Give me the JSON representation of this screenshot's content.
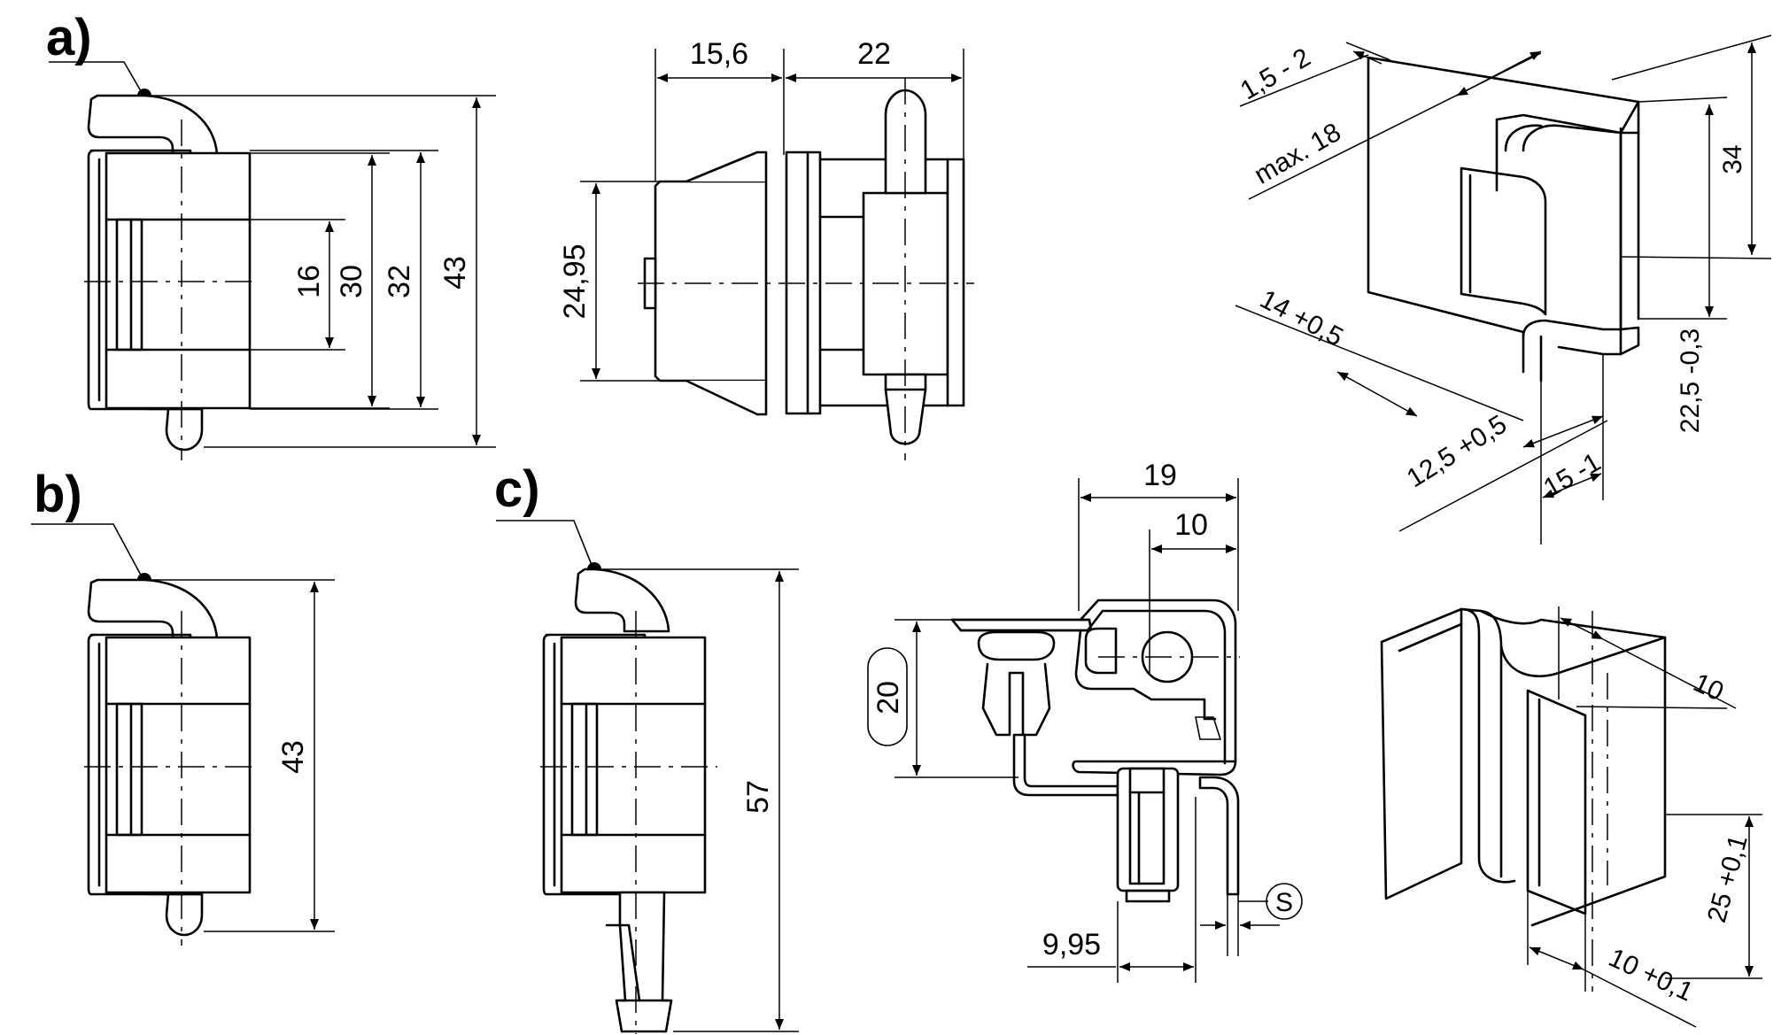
{
  "views": {
    "a": {
      "label": "a)",
      "dims": [
        "16",
        "30",
        "32",
        "43"
      ]
    },
    "side": {
      "dims": [
        "15,6",
        "22",
        "24,95"
      ]
    },
    "b": {
      "label": "b)",
      "dims": [
        "43"
      ]
    },
    "c": {
      "label": "c)",
      "dims": [
        "57"
      ]
    },
    "section": {
      "dims": [
        "19",
        "10",
        "20",
        "9,95",
        "S"
      ]
    },
    "cutout_top": {
      "dims": [
        "1,5 - 2",
        "max. 18",
        "34",
        "14 +0,5",
        "22,5 -0,3",
        "12,5 +0,5",
        "15 -1"
      ]
    },
    "cutout_bottom": {
      "dims": [
        "10",
        "25 +0,1",
        "10 +0,1"
      ]
    }
  }
}
